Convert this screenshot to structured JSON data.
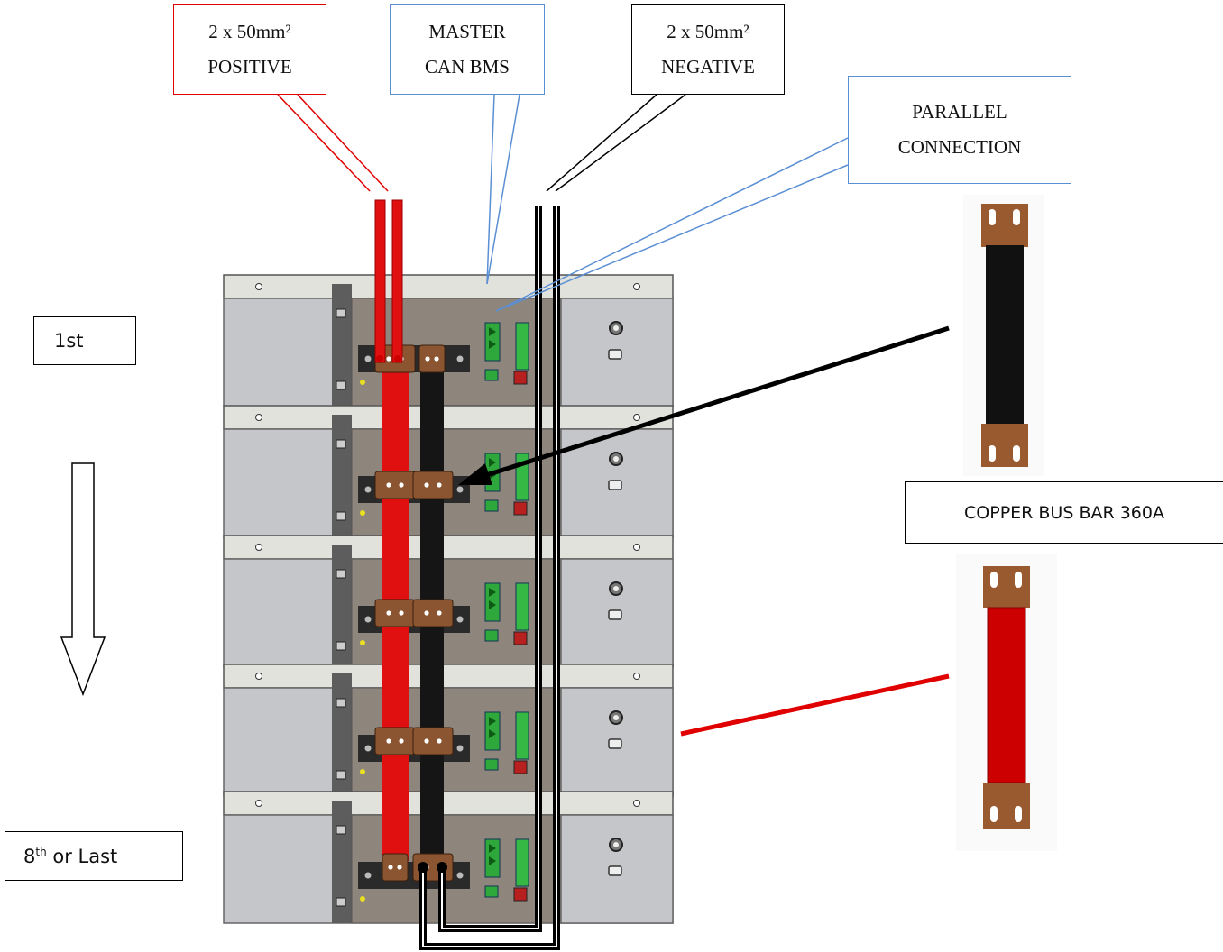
{
  "callouts": {
    "positive": {
      "line1": "2 x 50mm²",
      "line2": "POSITIVE",
      "color": "#e00000"
    },
    "master": {
      "line1": "MASTER",
      "line2": "CAN BMS",
      "color": "#5b8fd4"
    },
    "negative": {
      "line1": "2 x 50mm²",
      "line2": "NEGATIVE",
      "color": "#000000"
    },
    "parallel": {
      "line1": "PARALLEL",
      "line2": "CONNECTION",
      "color": "#5b8fd4"
    }
  },
  "labels": {
    "first": "1st",
    "last_num": "8",
    "last_sup": "th",
    "last_rest": " or Last",
    "busbar": "COPPER BUS BAR 360A"
  },
  "modules": {
    "visible_count": 5
  },
  "busbars": {
    "black_color": "#111111",
    "red_color": "#cc0000",
    "copper_color": "#9a5a30"
  }
}
